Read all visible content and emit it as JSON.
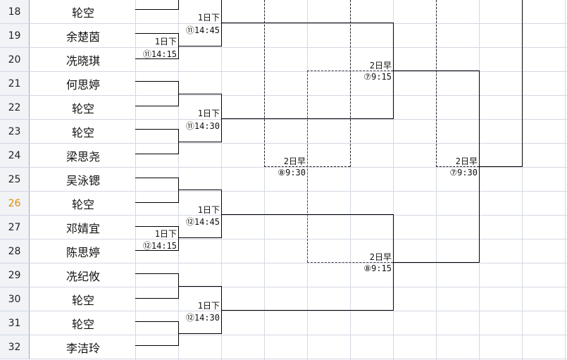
{
  "rows": [
    {
      "num": "18",
      "name": "轮空"
    },
    {
      "num": "19",
      "name": "余楚茵"
    },
    {
      "num": "20",
      "name": "冼晓琪"
    },
    {
      "num": "21",
      "name": "何思婷"
    },
    {
      "num": "22",
      "name": "轮空"
    },
    {
      "num": "23",
      "name": "轮空"
    },
    {
      "num": "24",
      "name": "梁思尧"
    },
    {
      "num": "25",
      "name": "吴泳锶"
    },
    {
      "num": "26",
      "name": "轮空"
    },
    {
      "num": "27",
      "name": "邓婧宜"
    },
    {
      "num": "28",
      "name": "陈思婷"
    },
    {
      "num": "29",
      "name": "冼纪攸"
    },
    {
      "num": "30",
      "name": "轮空"
    },
    {
      "num": "31",
      "name": "轮空"
    },
    {
      "num": "32",
      "name": "李洁玲"
    }
  ],
  "active_row": "26",
  "labels": {
    "m1_day": "1日下",
    "m1_time": "⑪14:15",
    "m2_day": "1日下",
    "m2_time": "⑪14:45",
    "m3_day": "1日下",
    "m3_time": "⑪14:30",
    "m4_day": "1日下",
    "m4_time": "⑫14:15",
    "m5_day": "1日下",
    "m5_time": "⑫14:45",
    "m6_day": "1日下",
    "m6_time": "⑫14:30",
    "q1_day": "2日早",
    "q1_time": "⑦9:15",
    "q2_day": "2日早",
    "q2_time": "⑧9:30",
    "q3_day": "2日早",
    "q3_time": "⑧9:15",
    "s1_day": "2日早",
    "s1_time": "⑦9:30"
  }
}
